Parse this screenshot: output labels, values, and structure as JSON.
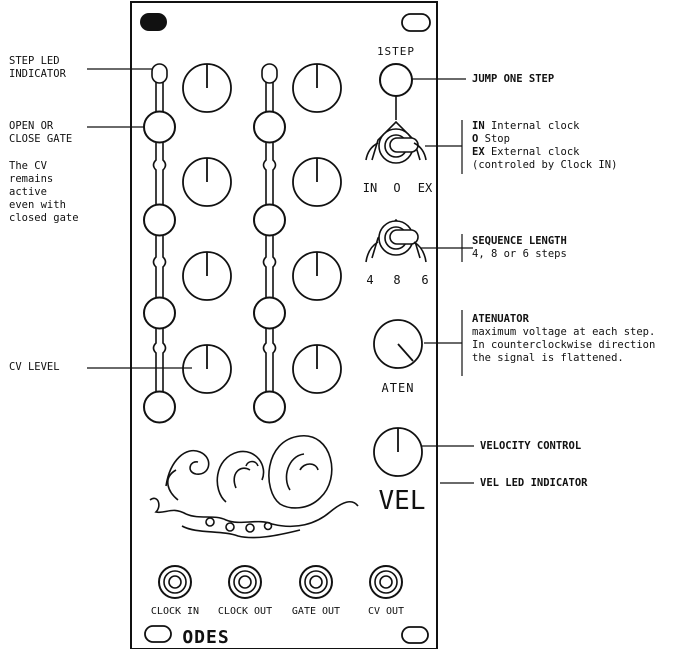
{
  "panel": {
    "brand": "ODES",
    "top_label": "1STEP",
    "switch1_positions": [
      "IN",
      "O",
      "EX"
    ],
    "switch2_positions": [
      "4",
      "8",
      "6"
    ],
    "aten_label": "ATEN",
    "vel_label": "VEL",
    "jacks": [
      "CLOCK IN",
      "CLOCK OUT",
      "GATE OUT",
      "CV OUT"
    ]
  },
  "callouts": {
    "step_led_indicator": [
      "STEP LED",
      "INDICATOR"
    ],
    "open_close_gate": [
      "OPEN OR",
      "CLOSE GATE"
    ],
    "cv_note": [
      "The CV",
      "remains",
      "active",
      "even with",
      "closed gate"
    ],
    "cv_level": "CV LEVEL",
    "jump_one_step": "JUMP ONE STEP",
    "clock_modes": [
      {
        "key": "IN",
        "text": "Internal clock"
      },
      {
        "key": "O",
        "text": "Stop"
      },
      {
        "key": "EX",
        "text": "External clock"
      },
      {
        "key": "",
        "text": "(controled by Clock IN)"
      }
    ],
    "sequence_length": [
      "SEQUENCE LENGTH",
      "4, 8 or 6 steps"
    ],
    "atenuator": [
      "ATENUATOR",
      "maximum voltage at each step.",
      "In counterclockwise direction",
      "the signal is flattened."
    ],
    "velocity_control": "VELOCITY CONTROL",
    "vel_led_indicator": "VEL LED INDICATOR"
  },
  "colors": {
    "ink": "#111111",
    "panel": "#ffffff"
  }
}
